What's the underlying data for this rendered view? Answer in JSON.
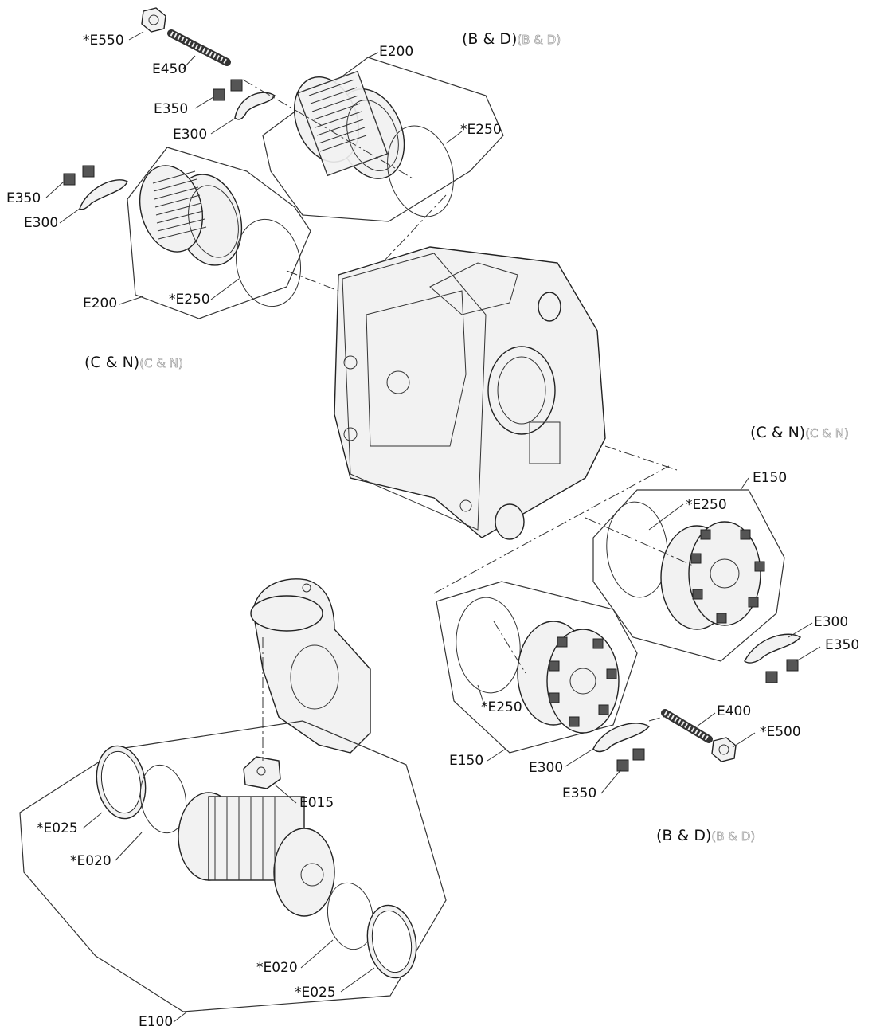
{
  "groups": {
    "top_right": {
      "main": "(B & D)",
      "ghost": "(B & D)"
    },
    "left_mid": {
      "main": "(C & N)",
      "ghost": "(C & N)"
    },
    "right_mid": {
      "main": "(C & N)",
      "ghost": "(C & N)"
    },
    "bottom_right": {
      "main": "(B & D)",
      "ghost": "(B & D)"
    }
  },
  "labels": {
    "e550": "*E550",
    "e450": "E450",
    "e350_a": "E350",
    "e300_a": "E300",
    "e200_top": "E200",
    "e250_top": "*E250",
    "e350_b": "E350",
    "e300_b": "E300",
    "e200_left": "E200",
    "e250_left": "*E250",
    "e150_upper": "E150",
    "e250_upper_right": "*E250",
    "e300_right": "E300",
    "e350_right": "E350",
    "e250_lower": "*E250",
    "e400": "E400",
    "e500": "*E500",
    "e150_lower": "E150",
    "e300_lower": "E300",
    "e350_lower": "E350",
    "e015": "E015",
    "e025_left": "*E025",
    "e020_left": "*E020",
    "e020_right": "*E020",
    "e025_right": "*E025",
    "e100": "E100"
  }
}
